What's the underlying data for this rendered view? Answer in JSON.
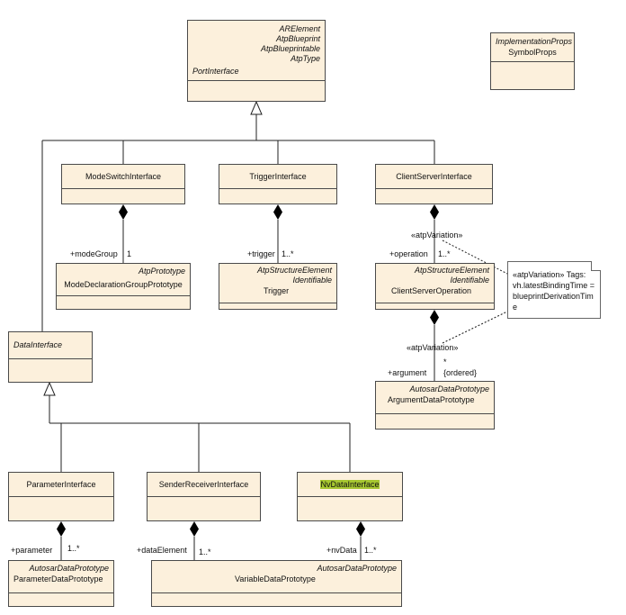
{
  "classes": {
    "port_interface": {
      "stereotypes": [
        "ARElement",
        "AtpBlueprint",
        "AtpBlueprintable",
        "AtpType"
      ],
      "name": "PortInterface"
    },
    "implementation_props": {
      "stereotype": "ImplementationProps",
      "name": "SymbolProps"
    },
    "mode_switch_interface": {
      "name": "ModeSwitchInterface"
    },
    "trigger_interface": {
      "name": "TriggerInterface"
    },
    "client_server_interface": {
      "name": "ClientServerInterface"
    },
    "mode_declaration_group_prototype": {
      "stereotype": "AtpPrototype",
      "name": "ModeDeclarationGroupPrototype"
    },
    "trigger": {
      "stereotypes": [
        "AtpStructureElement",
        "Identifiable"
      ],
      "name": "Trigger"
    },
    "client_server_operation": {
      "stereotypes": [
        "AtpStructureElement",
        "Identifiable"
      ],
      "name": "ClientServerOperation"
    },
    "argument_data_prototype": {
      "stereotype": "AutosarDataPrototype",
      "name": "ArgumentDataPrototype"
    },
    "data_interface": {
      "name": "DataInterface"
    },
    "parameter_interface": {
      "name": "ParameterInterface"
    },
    "sender_receiver_interface": {
      "name": "SenderReceiverInterface"
    },
    "nv_data_interface": {
      "name": "NvDataInterface"
    },
    "parameter_data_prototype": {
      "stereotype": "AutosarDataPrototype",
      "name": "ParameterDataPrototype"
    },
    "variable_data_prototype": {
      "stereotype": "AutosarDataPrototype",
      "name": "VariableDataPrototype"
    }
  },
  "associations": {
    "mode_group": {
      "role": "+modeGroup",
      "multiplicity": "1"
    },
    "trigger": {
      "role": "+trigger",
      "multiplicity": "1..*"
    },
    "operation": {
      "role": "+operation",
      "multiplicity": "1..*",
      "stereotype": "«atpVariation»"
    },
    "argument": {
      "role": "+argument",
      "multiplicity": "*",
      "ordered": "{ordered}",
      "stereotype": "«atpVariation»"
    },
    "parameter": {
      "role": "+parameter",
      "multiplicity": "1..*"
    },
    "data_element": {
      "role": "+dataElement",
      "multiplicity": "1..*"
    },
    "nv_data": {
      "role": "+nvData",
      "multiplicity": "1..*"
    }
  },
  "note": {
    "lines": [
      "«atpVariation» Tags:",
      "vh.latestBindingTime =",
      "blueprintDerivationTim",
      "e"
    ]
  },
  "colors": {
    "class_fill": "#fcf0dc",
    "line": "#4a4a4a",
    "highlight": "#a6c630"
  }
}
